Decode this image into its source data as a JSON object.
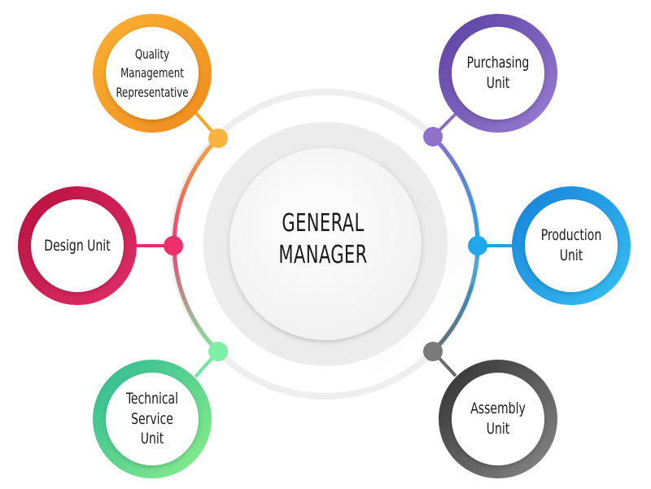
{
  "center": {
    "label": "GENERAL MANAGER"
  },
  "nodes": {
    "quality": {
      "line1": "Quality",
      "line2": "Management",
      "line3": "Representative",
      "color": "#f5a623"
    },
    "purchasing": {
      "line1": "Purchasing",
      "line2": "Unit",
      "color": "#7b5fb8"
    },
    "design": {
      "line1": "Design Unit",
      "color": "#c8174f"
    },
    "production": {
      "line1": "Production",
      "line2": "Unit",
      "color": "#1fa3e8"
    },
    "technical": {
      "line1": "Technical",
      "line2": "Service",
      "line3": "Unit",
      "color": "#3fcf8e"
    },
    "assembly": {
      "line1": "Assembly",
      "line2": "Unit",
      "color": "#555555"
    }
  }
}
